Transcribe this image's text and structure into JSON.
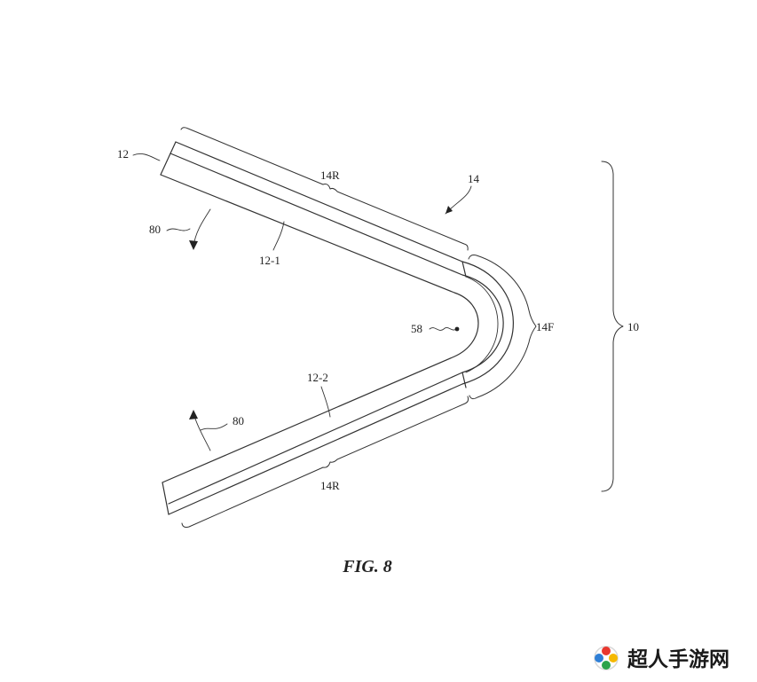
{
  "labels": {
    "display": "12",
    "upper_portion": "12-1",
    "lower_portion": "12-2",
    "layer": "14",
    "rigid_upper": "14R",
    "rigid_lower": "14R",
    "flexible": "14F",
    "axis": "58",
    "rotation_upper": "80",
    "rotation_lower": "80",
    "device": "10"
  },
  "caption": "FIG. 8",
  "watermark": {
    "text": "超人手游网",
    "logo_colors": [
      "#e8382f",
      "#f5b800",
      "#2aa34a",
      "#2f7fd6"
    ]
  }
}
